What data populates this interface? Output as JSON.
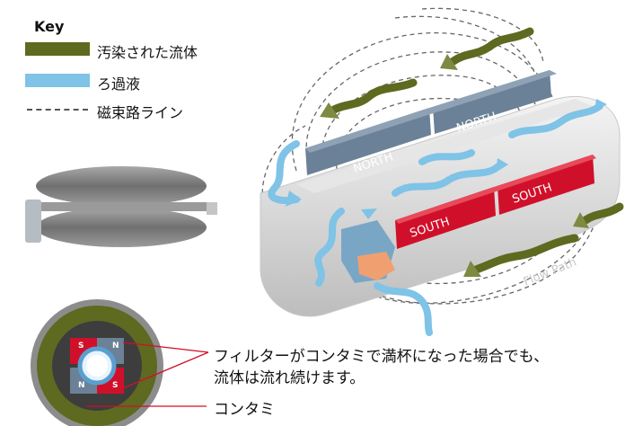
{
  "key": {
    "title": "Key",
    "items": [
      {
        "label": "汚染された流体",
        "color": "#5d6a1f"
      },
      {
        "label": "ろ過液",
        "color": "#7fc3e6"
      },
      {
        "label": "磁束路ライン",
        "color": "#555555"
      }
    ]
  },
  "magnet": {
    "north_label": "NORTH",
    "south_label": "SOUTH",
    "flow_path_label": "Flow Path"
  },
  "cross_section": {
    "pole_labels": [
      "S",
      "N",
      "N",
      "S"
    ]
  },
  "callout": {
    "line1": "フィルターがコンタミで満杯になった場合でも、",
    "line2": "流体は流れ続けます。",
    "contaminant_label": "コンタミ"
  },
  "colors": {
    "contaminated": "#5d6a1f",
    "filtrate": "#7fc3e6",
    "north": "#6b8197",
    "south": "#d0102a"
  }
}
